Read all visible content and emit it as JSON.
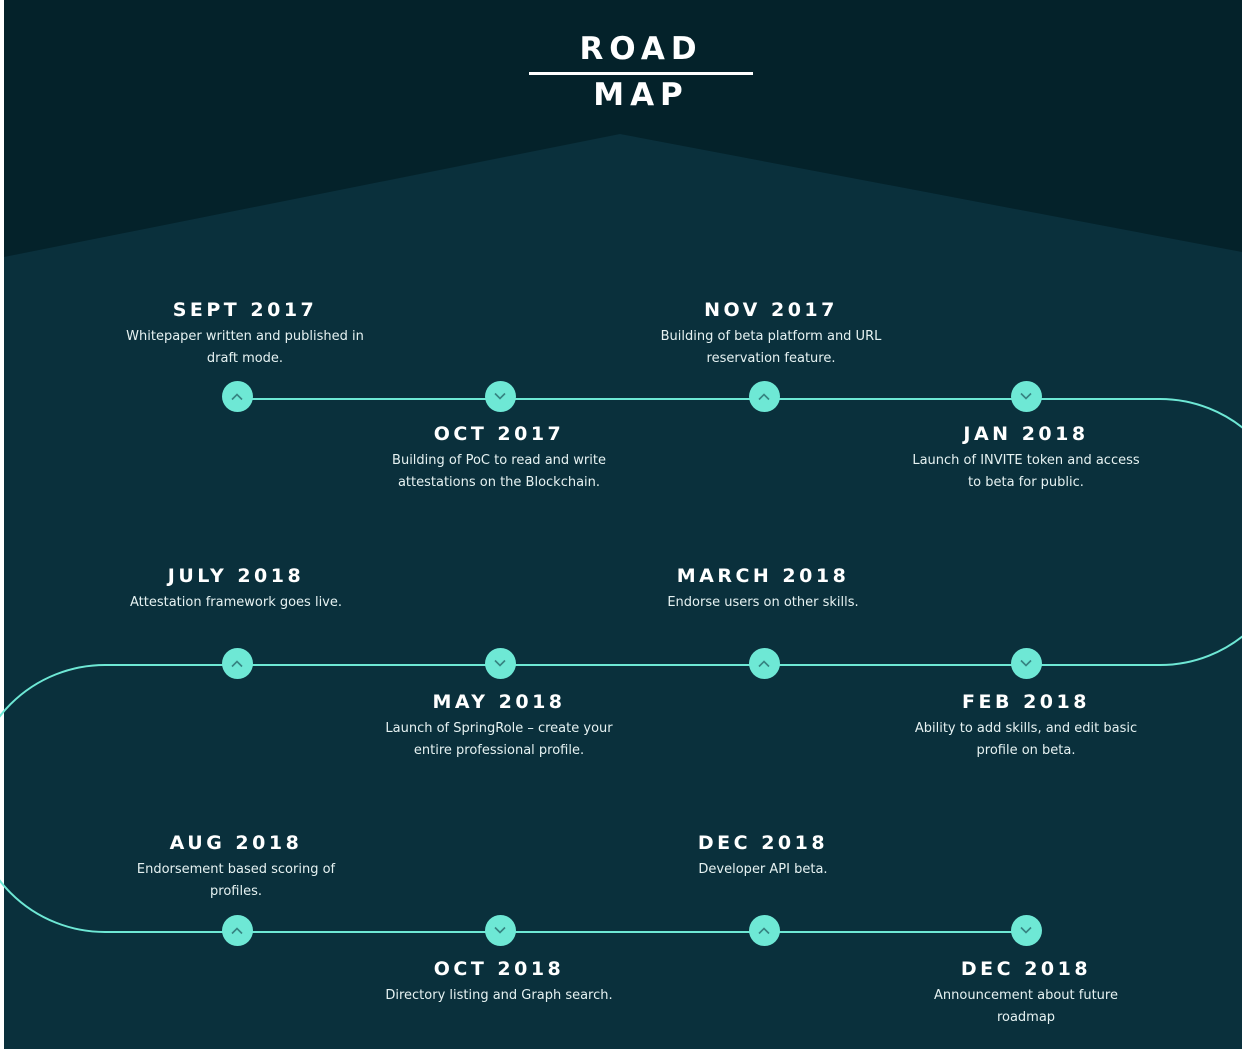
{
  "title": "ROAD MAP",
  "colors": {
    "background_top": "#04222a",
    "background_panel": "#0a303c",
    "line": "#6ee8d5",
    "node": "#6ee8d5",
    "text": "#ffffff"
  },
  "milestones": [
    {
      "date": "SEPT 2017",
      "description": "Whitepaper written and published in draft mode.",
      "icon": "chevron-up-icon"
    },
    {
      "date": "OCT 2017",
      "description": "Building of PoC to read and write attestations on the Blockchain.",
      "icon": "chevron-down-icon"
    },
    {
      "date": "NOV 2017",
      "description": "Building of beta platform and URL reservation feature.",
      "icon": "chevron-up-icon"
    },
    {
      "date": "JAN 2018",
      "description": "Launch of INVITE token and access to beta for public.",
      "icon": "chevron-down-icon"
    },
    {
      "date": "FEB 2018",
      "description": "Ability to add skills, and edit basic profile on beta.",
      "icon": "chevron-down-icon"
    },
    {
      "date": "MARCH 2018",
      "description": "Endorse users on other skills.",
      "icon": "chevron-up-icon"
    },
    {
      "date": "MAY 2018",
      "description": "Launch of SpringRole – create your entire professional profile.",
      "icon": "chevron-down-icon"
    },
    {
      "date": "JULY 2018",
      "description": "Attestation framework goes live.",
      "icon": "chevron-up-icon"
    },
    {
      "date": "AUG 2018",
      "description": "Endorsement based scoring of profiles.",
      "icon": "chevron-up-icon"
    },
    {
      "date": "OCT 2018",
      "description": "Directory listing and Graph search.",
      "icon": "chevron-down-icon"
    },
    {
      "date": "DEC 2018",
      "description": "Developer API beta.",
      "icon": "chevron-up-icon"
    },
    {
      "date": "DEC 2018",
      "description": "Announcement about future roadmap",
      "icon": "chevron-down-icon"
    }
  ]
}
